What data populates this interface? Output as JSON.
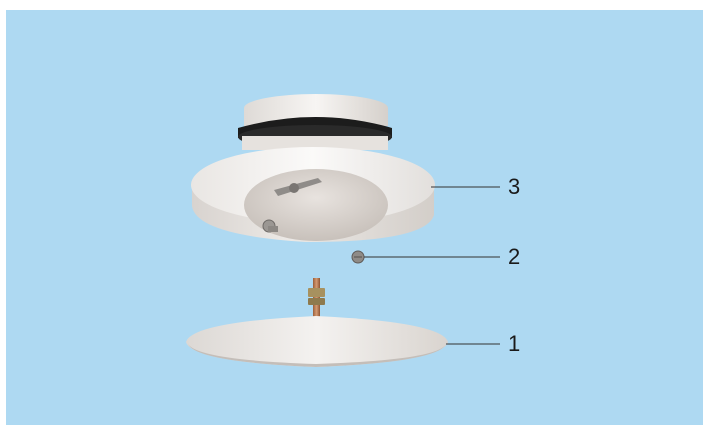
{
  "callouts": [
    {
      "label": "3"
    },
    {
      "label": "2"
    },
    {
      "label": "1"
    }
  ],
  "colors": {
    "background": "#aed9f2",
    "part_white": "#f2f0ee",
    "part_shadow": "#c9c3bf",
    "gasket": "#1c1c1c",
    "rod": "#b87850",
    "leader_line": "#333333"
  }
}
